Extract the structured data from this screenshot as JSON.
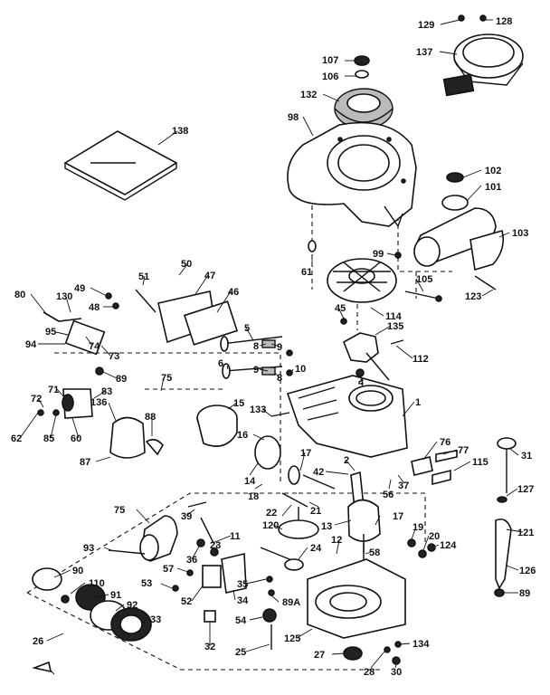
{
  "callouts": [
    "129",
    "128",
    "137",
    "107",
    "106",
    "132",
    "98",
    "138",
    "102",
    "101",
    "103",
    "99",
    "61",
    "105",
    "123",
    "50",
    "51",
    "47",
    "46",
    "80",
    "130",
    "49",
    "48",
    "95",
    "94",
    "74",
    "73",
    "114",
    "135",
    "45",
    "112",
    "5",
    "8",
    "9",
    "6",
    "9",
    "8",
    "10",
    "75",
    "89",
    "72",
    "71",
    "83",
    "136",
    "62",
    "85",
    "60",
    "88",
    "87",
    "15",
    "133",
    "4",
    "16",
    "1",
    "76",
    "77",
    "115",
    "31",
    "17",
    "42",
    "2",
    "14",
    "13",
    "56",
    "37",
    "127",
    "18",
    "21",
    "22",
    "120",
    "75",
    "39",
    "11",
    "17",
    "19",
    "20",
    "124",
    "121",
    "93",
    "36",
    "23",
    "24",
    "12",
    "58",
    "57",
    "53",
    "52",
    "34",
    "35",
    "89A",
    "90",
    "110",
    "91",
    "92",
    "33",
    "54",
    "32",
    "25",
    "125",
    "126",
    "89",
    "26",
    "27",
    "28",
    "30",
    "134"
  ]
}
